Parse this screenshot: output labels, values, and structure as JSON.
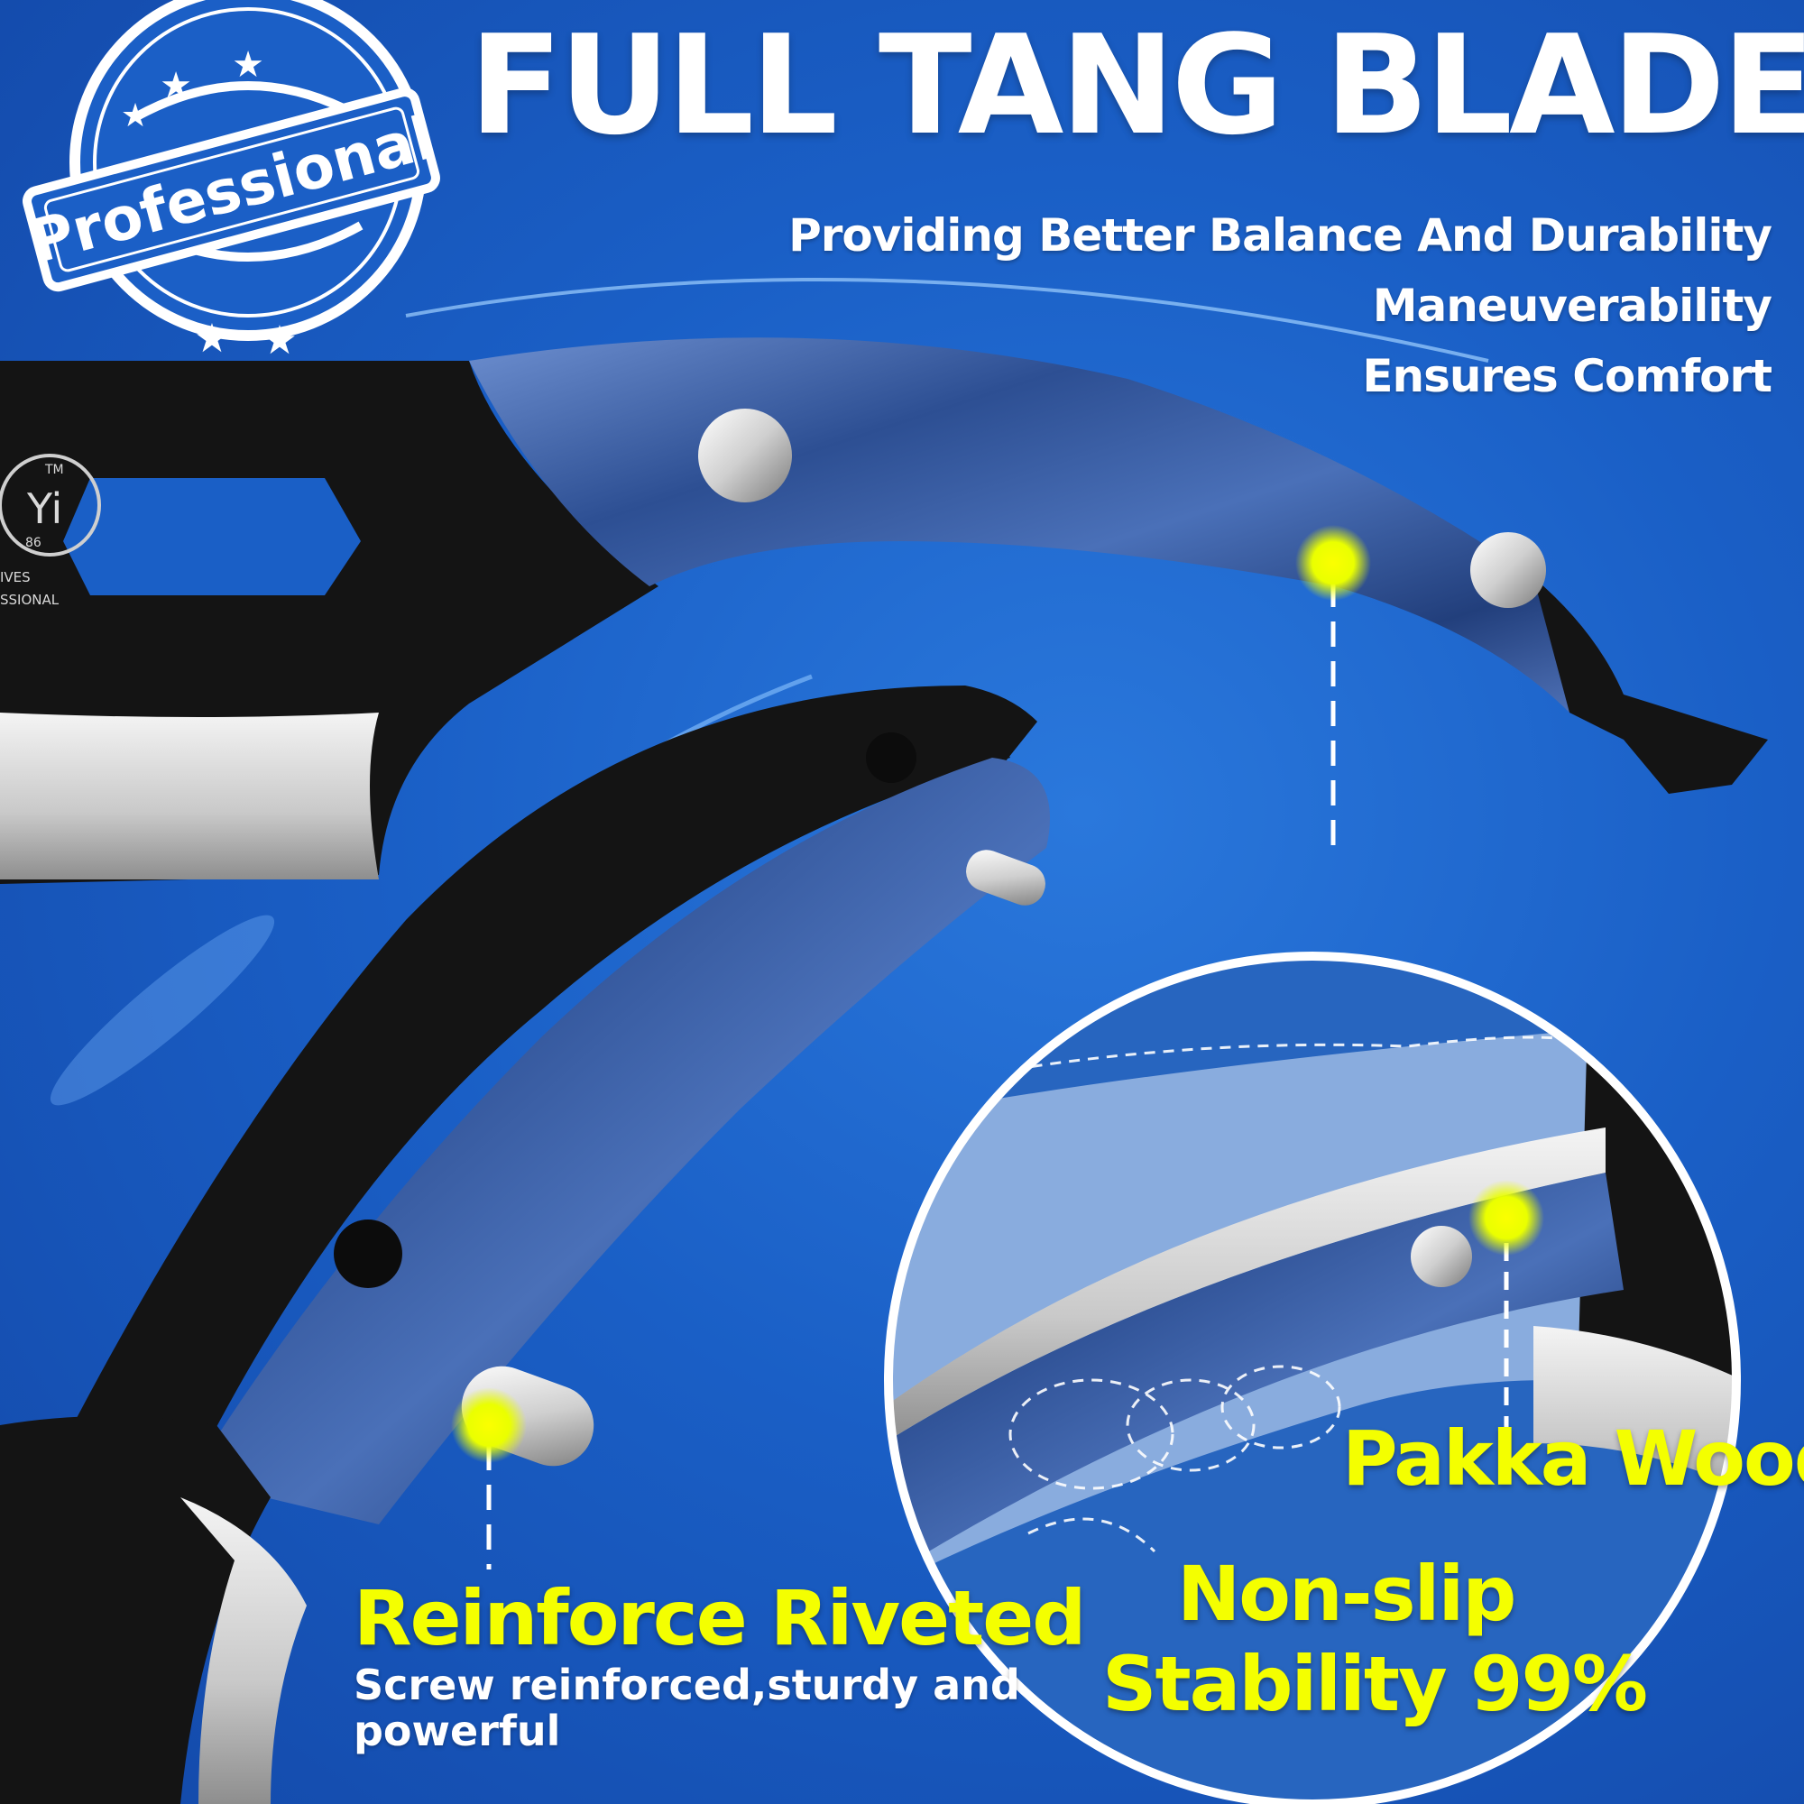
{
  "headline": "FULL TANG BLADE",
  "features": [
    "Providing Better Balance And Durability",
    "Maneuverability",
    "Ensures Comfort"
  ],
  "badge": {
    "label": "Professional"
  },
  "brand_mark": {
    "monogram": "Yi",
    "tm": "TM",
    "year": "86",
    "line1": "IVES",
    "line2": "SSIONAL"
  },
  "callouts": {
    "rivet": {
      "title": "Reinforce Riveted",
      "description_line1": "Screw reinforced,sturdy and",
      "description_line2": "powerful"
    },
    "wood": {
      "title": "Pakka Wood"
    },
    "grip": {
      "line1": "Non-slip",
      "line2": "Stability 99%"
    }
  },
  "colors": {
    "background": "#1a5fc6",
    "accent": "#f4ff00",
    "text": "#ffffff",
    "handle": "#2f5fa8",
    "blade_dark": "#151515"
  },
  "icons": [
    "star-icon",
    "yellow-dot-marker"
  ]
}
